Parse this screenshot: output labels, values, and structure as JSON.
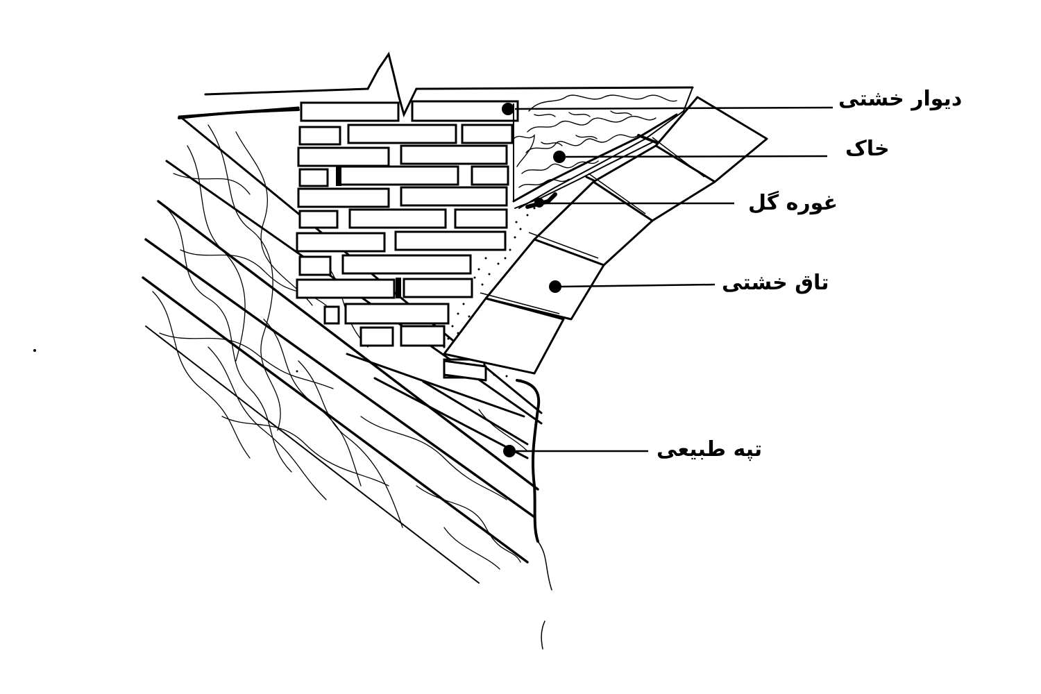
{
  "labels": {
    "adobe_wall": "دیوار خشتی",
    "soil": "خاک",
    "mud_mortar": "غوره گل",
    "adobe_vault": "تاق خشتی",
    "natural_hill": "تپه طبیعی"
  }
}
